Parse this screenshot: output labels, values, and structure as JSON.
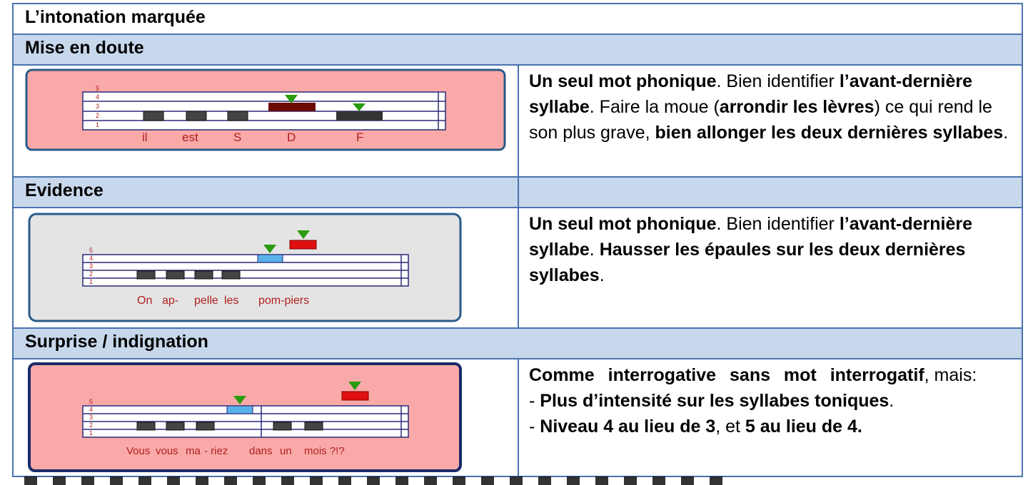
{
  "title": "L’intonation marquée",
  "sections": [
    {
      "heading": "Mise en doute",
      "syllables": [
        "il",
        "est",
        "S",
        "D",
        "F"
      ],
      "text": [
        {
          "b": "Un seul mot phonique"
        },
        {
          "t": ". Bien identifier "
        },
        {
          "b": "l’avant-dernière syllabe"
        },
        {
          "t": ". Faire la moue ("
        },
        {
          "b": "arrondir les lèvres"
        },
        {
          "t": ") ce qui rend le son plus grave, "
        },
        {
          "b": "bien allonger les deux dernières syllabes"
        },
        {
          "t": "."
        }
      ]
    },
    {
      "heading": "Evidence",
      "syllables": [
        "On",
        "ap-",
        "pelle",
        "les",
        "pom-piers"
      ],
      "text": [
        {
          "b": "Un seul mot phonique"
        },
        {
          "t": ". Bien identifier "
        },
        {
          "b": "l’avant-dernière syllabe"
        },
        {
          "t": ". "
        },
        {
          "b": "Hausser les épaules sur les deux dernières syllabes"
        },
        {
          "t": "."
        }
      ]
    },
    {
      "heading": "Surprise / indignation",
      "syllables": [
        "Vous",
        "vous",
        "ma",
        "- riez",
        "dans",
        "un",
        "mois ?!?"
      ],
      "line1": "Comme interrogative sans mot interrogatif",
      "line1b": ", mais:",
      "bullet1_b": "Plus d’intensité sur les syllabes toniques",
      "bullet1_t": ".",
      "bullet2_b1": "Niveau 4 au lieu de 3",
      "bullet2_t": ",  et ",
      "bullet2_b2": "5 au lieu de 4."
    }
  ],
  "staff_levels": [
    "1",
    "2",
    "3",
    "4",
    "5"
  ],
  "colors": {
    "header": "#c8d8ec",
    "border": "#4a72b0",
    "pink": "#f9aaa8",
    "grey": "#e4e4e4"
  }
}
